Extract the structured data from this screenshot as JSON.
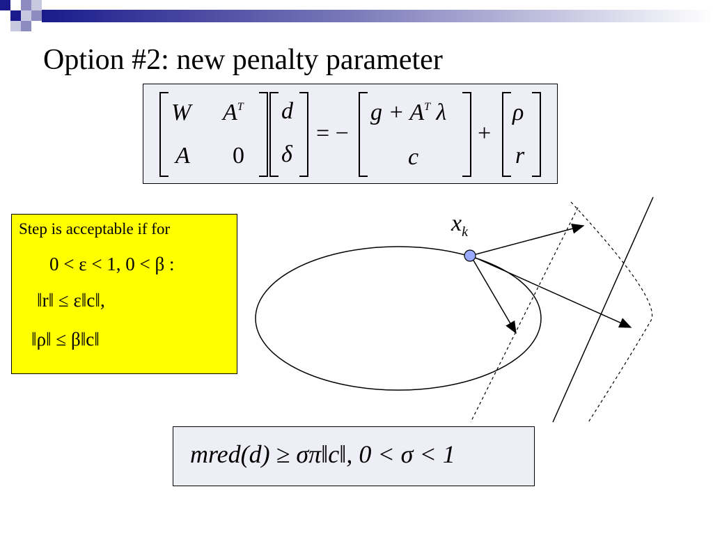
{
  "slide": {
    "title": "Option #2: new penalty parameter"
  },
  "kkt_system": {
    "matrix": [
      [
        "W",
        "A",
        "T"
      ],
      [
        "A",
        "0"
      ]
    ],
    "unknowns": [
      "d",
      "δ"
    ],
    "equals": "= −",
    "rhs_top": "g + A",
    "rhs_top_sup": "T",
    "rhs_top_tail": " λ",
    "rhs_bottom": "c",
    "plus": "+",
    "correction": [
      "ρ",
      "r"
    ]
  },
  "condition": {
    "heading": "Step is acceptable if for",
    "line1": "0 < ε < 1,  0 < β :",
    "line2": "‖r‖ ≤ ε‖c‖,",
    "line3": "‖ρ‖ ≤ β‖c‖"
  },
  "diagram": {
    "point_label": "x",
    "point_sub": "k",
    "point_color": "#99aaff"
  },
  "reduction_condition": {
    "text": "mred(d) ≥ σπ‖c‖,  0 < σ < 1"
  }
}
